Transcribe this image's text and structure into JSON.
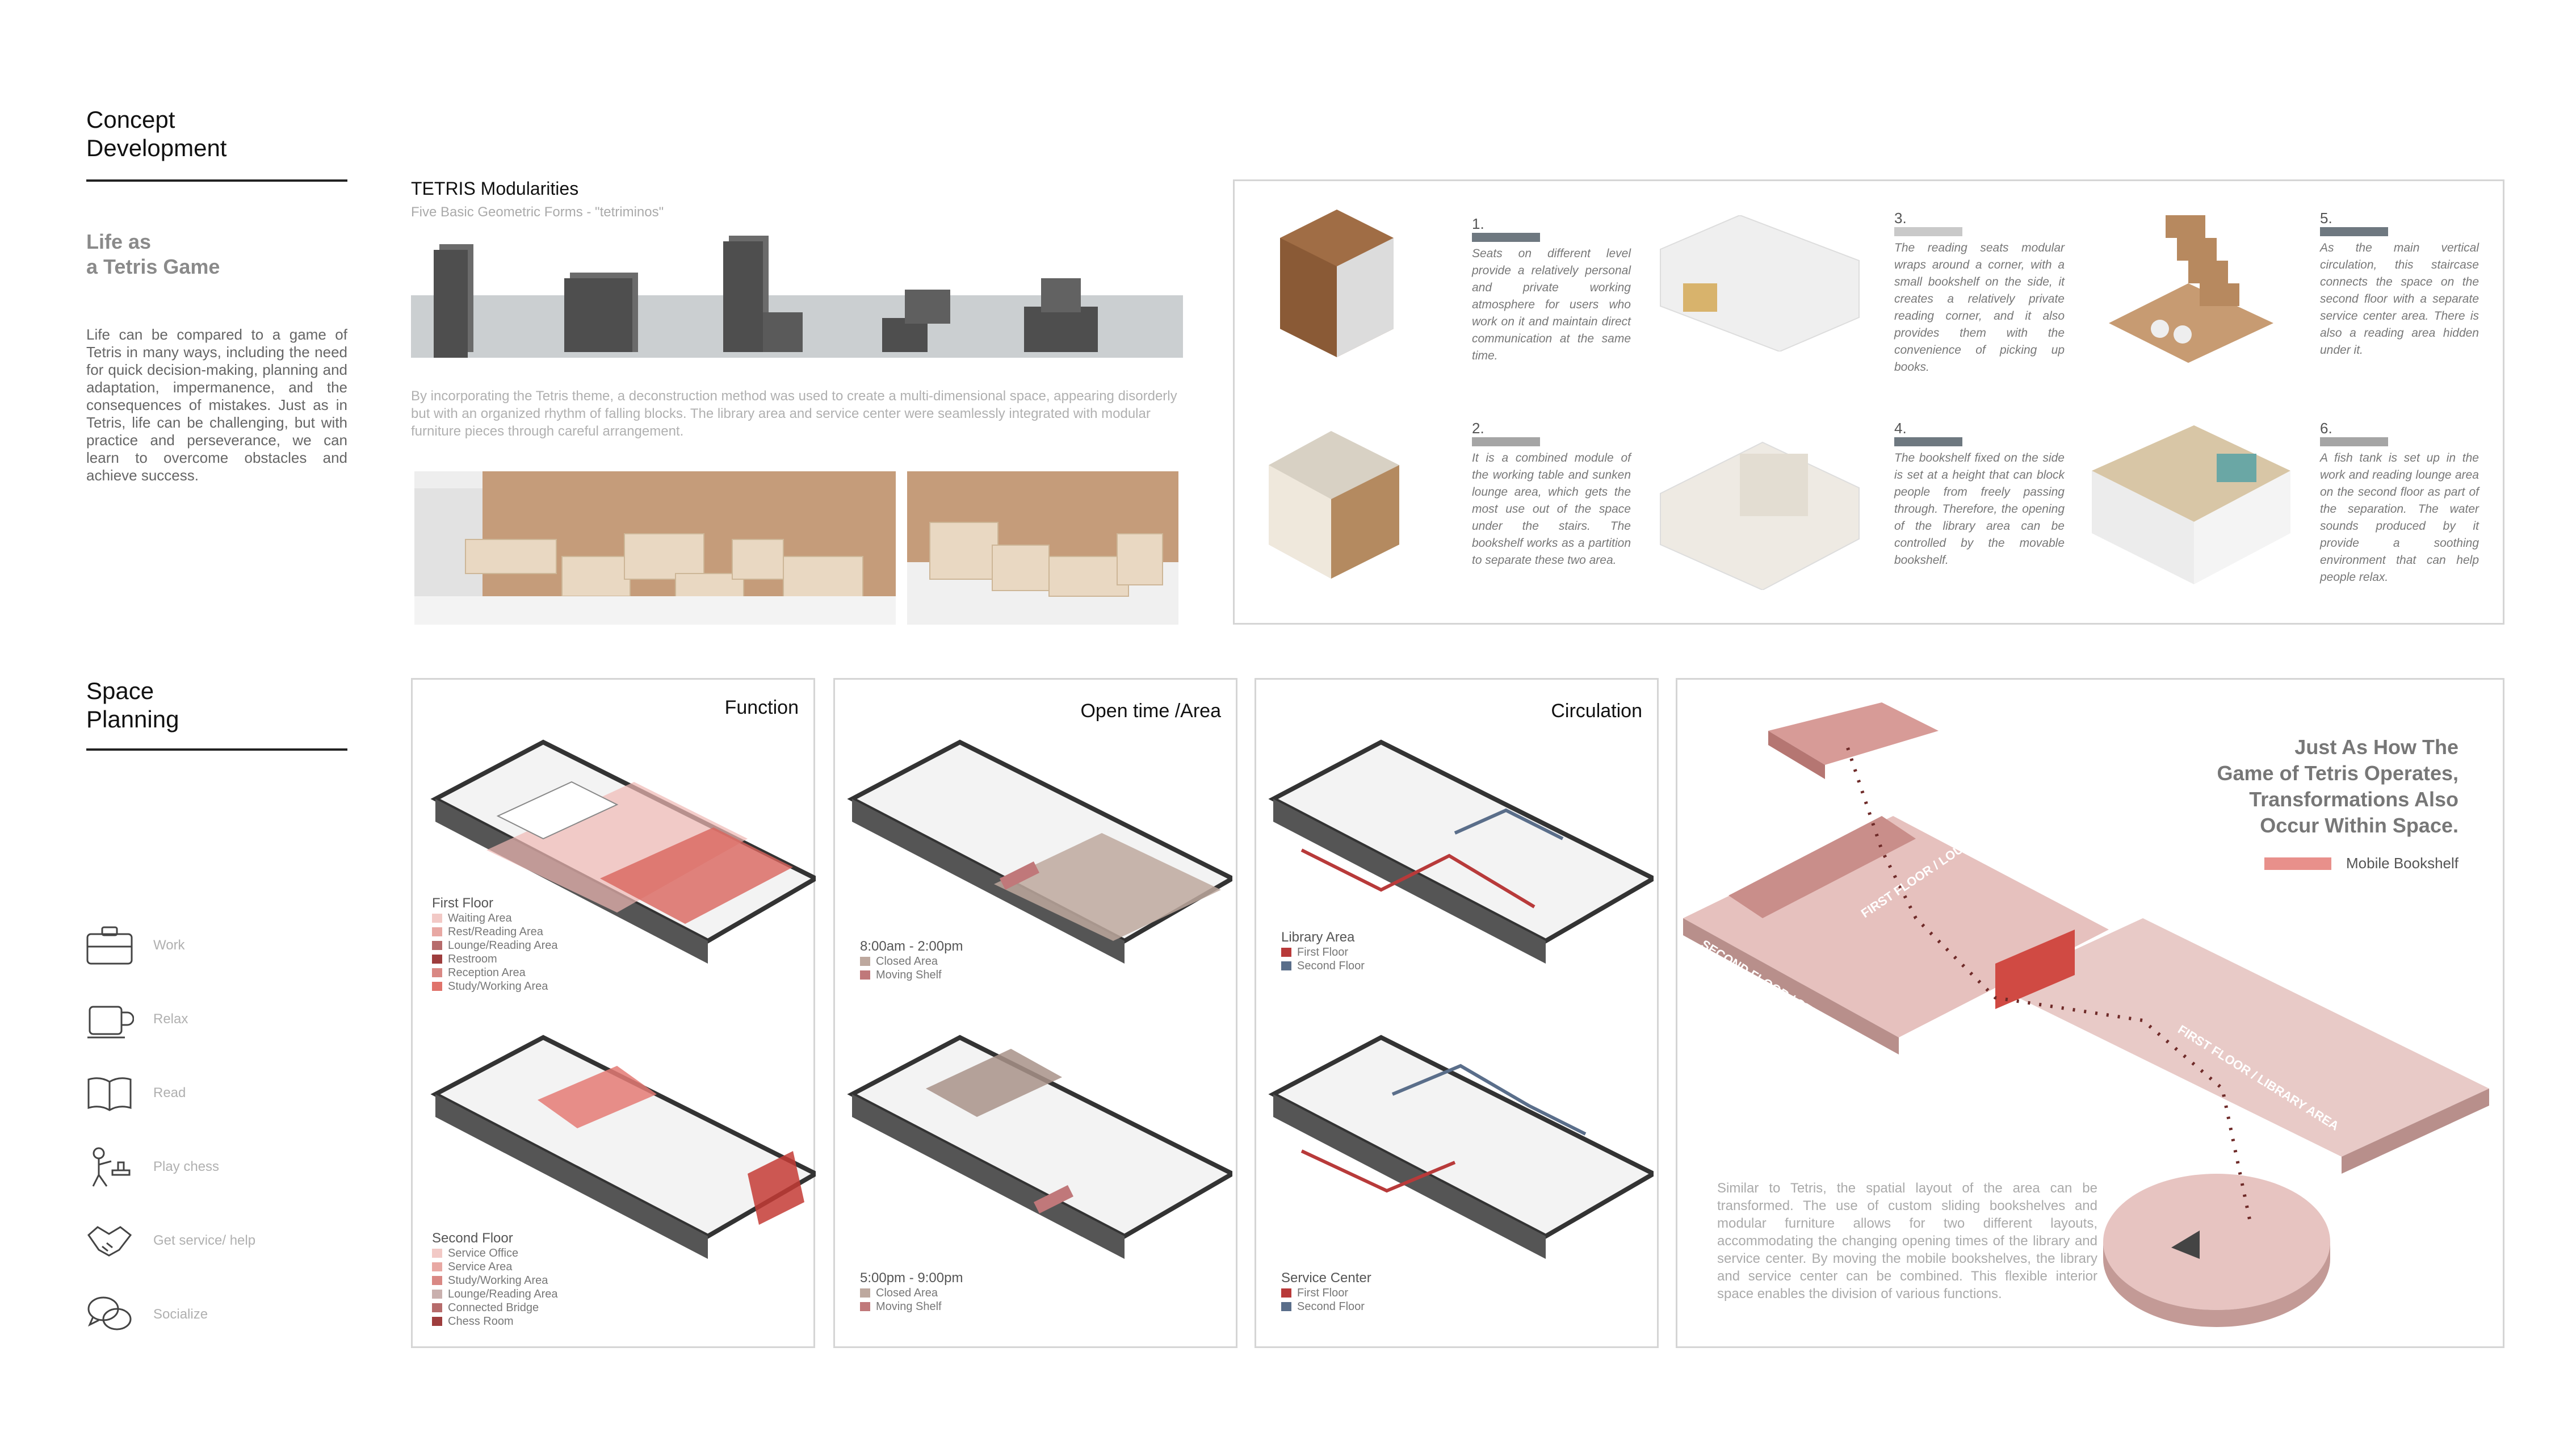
{
  "concept": {
    "title_line1": "Concept",
    "title_line2": "Development",
    "subtitle_line1": "Life as",
    "subtitle_line2": "a Tetris Game",
    "body": "Life can be compared to a game of Tetris in many ways, including the need for quick decision-making, planning and adaptation, impermanence, and the consequences of mistakes. Just as in Tetris, life can be challenging, but with practice and perseverance, we can learn to overcome obstacles and achieve success."
  },
  "tetris": {
    "title": "TETRIS Modularities",
    "subtitle": "Five Basic Geometric Forms - \"tetriminos\"",
    "description": "By incorporating the Tetris theme, a deconstruction method was used to create a multi-dimensional space, appearing disorderly but with an organized rhythm of falling blocks. The library area and service center were seamlessly integrated with modular furniture pieces through careful arrangement."
  },
  "steps": [
    {
      "num": "1.",
      "bar_color": "#6e7880",
      "text": "Seats on different level provide a relatively personal and private working atmosphere for users who work on it and maintain direct communication at the same time."
    },
    {
      "num": "2.",
      "bar_color": "#a5a5a5",
      "text": "It is a combined module of the working table and sunken lounge area, which gets the most use out of the space under the stairs. The bookshelf works as a partition to separate these two area."
    },
    {
      "num": "3.",
      "bar_color": "#c9c9c9",
      "text": "The reading seats modular wraps around a corner, with a small bookshelf on the side, it creates a relatively private reading corner, and it also provides them with the convenience of picking up books."
    },
    {
      "num": "4.",
      "bar_color": "#6e7880",
      "text": "The bookshelf fixed on the side is set at a height that can block people from freely passing through. Therefore, the opening of the library area can be controlled by the movable bookshelf."
    },
    {
      "num": "5.",
      "bar_color": "#6e7880",
      "text": "As the main vertical circulation, this staircase connects the space on the second floor with a separate service center area. There is also a reading area hidden under it."
    },
    {
      "num": "6.",
      "bar_color": "#a5a5a5",
      "text": "A fish tank is set up in the work and reading lounge area on the second floor as part of the separation. The water sounds produced by it provide a soothing environment that can help people relax."
    }
  ],
  "space": {
    "title_line1": "Space",
    "title_line2": "Planning",
    "activities": [
      {
        "icon": "briefcase-icon",
        "label": "Work"
      },
      {
        "icon": "coffee-cup-icon",
        "label": "Relax"
      },
      {
        "icon": "open-book-icon",
        "label": "Read"
      },
      {
        "icon": "chess-player-icon",
        "label": "Play chess"
      },
      {
        "icon": "handshake-icon",
        "label": "Get service/ help"
      },
      {
        "icon": "speech-bubbles-icon",
        "label": "Socialize"
      }
    ]
  },
  "function_panel": {
    "title": "Function",
    "first_floor": {
      "title": "First Floor",
      "items": [
        {
          "label": "Waiting Area",
          "color": "#f2c9c6"
        },
        {
          "label": "Rest/Reading Area",
          "color": "#e8a8a3"
        },
        {
          "label": "Lounge/Reading Area",
          "color": "#b66b6b"
        },
        {
          "label": "Restroom",
          "color": "#9e3d3d"
        },
        {
          "label": "Reception Area",
          "color": "#d98884"
        },
        {
          "label": "Study/Working Area",
          "color": "#e0736b"
        }
      ]
    },
    "second_floor": {
      "title": "Second Floor",
      "items": [
        {
          "label": "Service Office",
          "color": "#f2c9c6"
        },
        {
          "label": "Service Area",
          "color": "#e8a8a3"
        },
        {
          "label": "Study/Working Area",
          "color": "#d98884"
        },
        {
          "label": "Lounge/Reading Area",
          "color": "#c9b0ae"
        },
        {
          "label": "Connected Bridge",
          "color": "#b66b6b"
        },
        {
          "label": "Chess Room",
          "color": "#9e3d3d"
        }
      ]
    }
  },
  "open_time_panel": {
    "title": "Open time /Area",
    "morning": {
      "time": "8:00am - 2:00pm",
      "items": [
        {
          "label": "Closed Area",
          "color": "#bda89e"
        },
        {
          "label": "Moving Shelf",
          "color": "#c0787a"
        }
      ]
    },
    "evening": {
      "time": "5:00pm - 9:00pm",
      "items": [
        {
          "label": "Closed Area",
          "color": "#bda89e"
        },
        {
          "label": "Moving Shelf",
          "color": "#c0787a"
        }
      ]
    }
  },
  "circulation_panel": {
    "title": "Circulation",
    "library": {
      "title": "Library Area",
      "items": [
        {
          "label": "First Floor",
          "color": "#b83a3a"
        },
        {
          "label": "Second Floor",
          "color": "#5a6e8a"
        }
      ]
    },
    "service": {
      "title": "Service Center",
      "items": [
        {
          "label": "First Floor",
          "color": "#b83a3a"
        },
        {
          "label": "Second Floor",
          "color": "#5a6e8a"
        }
      ]
    }
  },
  "transform_panel": {
    "headline_1": "Just As How The",
    "headline_2": "Game of Tetris Operates,",
    "headline_3": "Transformations Also",
    "headline_4": "Occur Within Space.",
    "legend_label": "Mobile Bookshelf",
    "legend_color": "#e8908b",
    "floor_label_1": "FIRST FLOOR / LOUNGE AREA",
    "floor_label_2": "SECOND FLOOR / SERVICE AND READING AREA",
    "floor_label_3": "FIRST FLOOR / LIBRARY AREA",
    "body": "Similar to Tetris, the spatial layout of the area can be transformed. The use of custom sliding bookshelves and modular furniture allows for two different layouts, accommodating the changing opening times of the library and service center. By moving the mobile bookshelves, the library and service center can be combined. This flexible interior space enables the division of various functions."
  }
}
